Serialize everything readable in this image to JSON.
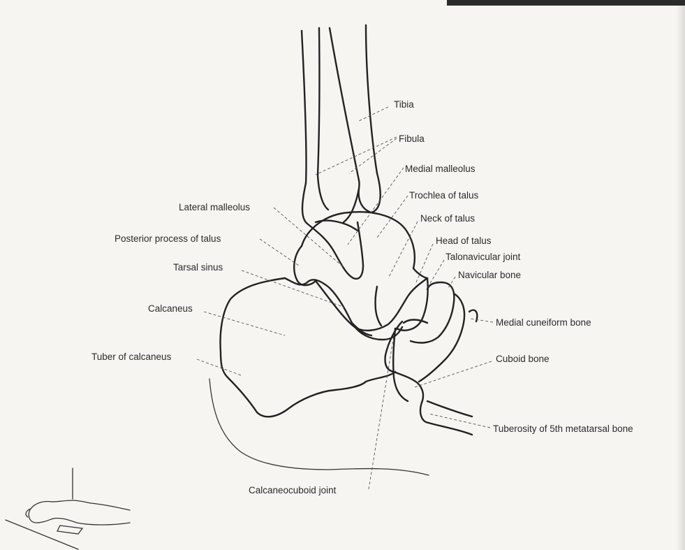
{
  "labels": {
    "tibia": "Tibia",
    "fibula": "Fibula",
    "medial_malleolus": "Medial malleolus",
    "trochlea_of_talus": "Trochlea of talus",
    "lateral_malleolus": "Lateral malleolus",
    "neck_of_talus": "Neck of talus",
    "posterior_process_of_talus": "Posterior process of talus",
    "head_of_talus": "Head of talus",
    "talonavicular_joint": "Talonavicular joint",
    "tarsal_sinus": "Tarsal sinus",
    "navicular_bone": "Navicular bone",
    "calcaneus": "Calcaneus",
    "medial_cuneiform_bone": "Medial cuneiform bone",
    "tuber_of_calcaneus": "Tuber of calcaneus",
    "cuboid_bone": "Cuboid bone",
    "tuberosity_5th_metatarsal": "Tuberosity of 5th metatarsal bone",
    "calcaneocuboid_joint": "Calcaneocuboid joint"
  },
  "colors": {
    "background": "#f7f5f2",
    "line": "#222222",
    "label": "#2a2a2a"
  }
}
